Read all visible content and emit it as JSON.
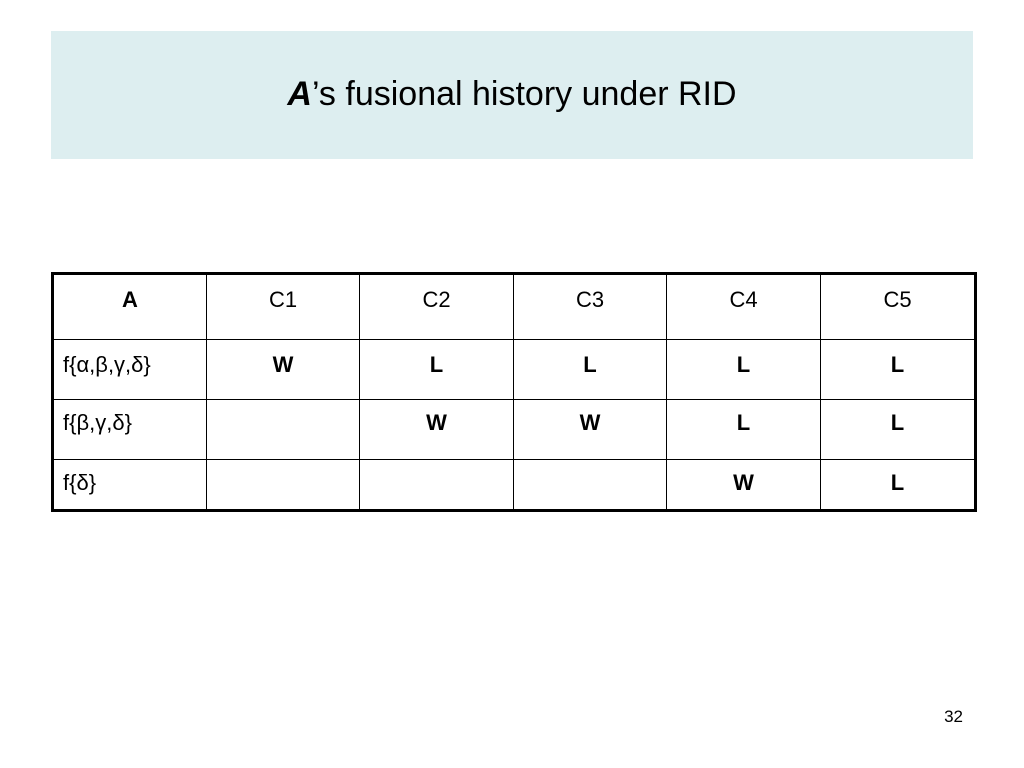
{
  "slide": {
    "title_emph": "A",
    "title_rest": "’s fusional history under RID",
    "page_number": "32"
  },
  "table": {
    "corner": "A",
    "columns": [
      "C1",
      "C2",
      "C3",
      "C4",
      "C5"
    ],
    "rows": [
      {
        "label": "f{α,β,γ,δ}",
        "cells": [
          "W",
          "L",
          "L",
          "L",
          "L"
        ]
      },
      {
        "label": "f{β,γ,δ}",
        "cells": [
          "",
          "W",
          "W",
          "L",
          "L"
        ]
      },
      {
        "label": "f{δ}",
        "cells": [
          "",
          "",
          "",
          "W",
          "L"
        ]
      }
    ]
  },
  "colors": {
    "title_band": "#ddeef0",
    "text": "#000000"
  }
}
